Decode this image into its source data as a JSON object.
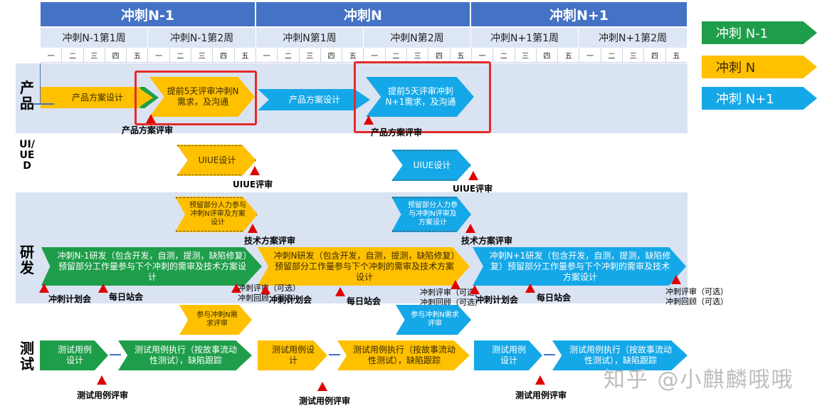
{
  "sprints": [
    {
      "name": "冲刺N-1",
      "weeks": [
        "冲刺N-1第1周",
        "冲刺N-1第2周"
      ]
    },
    {
      "name": "冲刺N",
      "weeks": [
        "冲刺N第1周",
        "冲刺N第2周"
      ]
    },
    {
      "name": "冲刺N+1",
      "weeks": [
        "冲刺N+1第1周",
        "冲刺N+1第2周"
      ]
    }
  ],
  "days": [
    "一",
    "二",
    "三",
    "四",
    "五",
    "一",
    "二",
    "三",
    "四",
    "五",
    "一",
    "二",
    "三",
    "四",
    "五",
    "一",
    "二",
    "三",
    "四",
    "五",
    "一",
    "二",
    "三",
    "四",
    "五",
    "一",
    "二",
    "三",
    "四",
    "五"
  ],
  "lanes": {
    "product": "产品",
    "uiue": "UI/UED",
    "dev": "研发",
    "test": "测试"
  },
  "legend": [
    {
      "label": "冲刺 N-1",
      "color": "#1e9e4a"
    },
    {
      "label": "冲刺 N",
      "color": "#ffc000"
    },
    {
      "label": "冲刺 N+1",
      "color": "#15a8e8"
    }
  ],
  "boxes": {
    "prod1": "产品方案设计",
    "prod2": "提前5天评审冲刺N需求，及沟通",
    "prod3": "产品方案设计",
    "prod4": "提前5天评审冲刺N+1需求，及沟通",
    "ui1": "UIUE设计",
    "ui2": "UIUE设计",
    "res1": "预留部分人力参与冲刺N评审及方案设计",
    "res2": "预留部分人力参与冲刺N评审及方案设计",
    "dev1": "冲刺N-1研发（包含开发，自测，提测，缺陷修复）预留部分工作量参与下个冲刺的需审及技术方案设计",
    "dev2": "冲刺N研发（包含开发，自测，提测，缺陷修复）预留部分工作量参与下个冲刺的需审及技术方案设计",
    "dev3": "冲刺N+1研发（包含开发，自测，提测，缺陷修复）预留部分工作量参与下个冲刺的需审及技术方案设计",
    "tr1": "参与冲刺N需求评审",
    "tr2": "参与冲刺N需求评审",
    "t1a": "测试用例设计",
    "t1b": "测试用例执行（按故事流动性测试），缺陷跟踪",
    "t2a": "测试用例设计",
    "t2b": "测试用例执行（按故事流动性测试），缺陷跟踪",
    "t3a": "测试用例设计",
    "t3b": "测试用例执行（按故事流动性测试），缺陷跟踪"
  },
  "labels": {
    "prodReview1": "产品方案评审",
    "prodReview2": "产品方案评审",
    "uiReview1": "UIUE评审",
    "uiReview2": "UIUE评审",
    "techReview1": "技术方案评审",
    "techReview2": "技术方案评审",
    "planMeet1": "冲刺计划会",
    "daily1": "每日站会",
    "sprintReview1": "冲刺评审（可选）",
    "retro1": "冲刺回顾（可选）",
    "planMeet2": "冲刺计划会",
    "daily2": "每日站会",
    "sprintReview2": "冲刺评审（可选）",
    "retro2": "冲刺回顾（可选）",
    "planMeet3": "冲刺计划会",
    "daily3": "每日站会",
    "sprintReview3": "冲刺评审（可选）",
    "retro3": "冲刺回顾（可选）",
    "testReview1": "测试用例评审",
    "testReview2": "测试用例评审",
    "testReview3": "测试用例评审"
  },
  "watermark": "知乎 @小麒麟哦哦"
}
